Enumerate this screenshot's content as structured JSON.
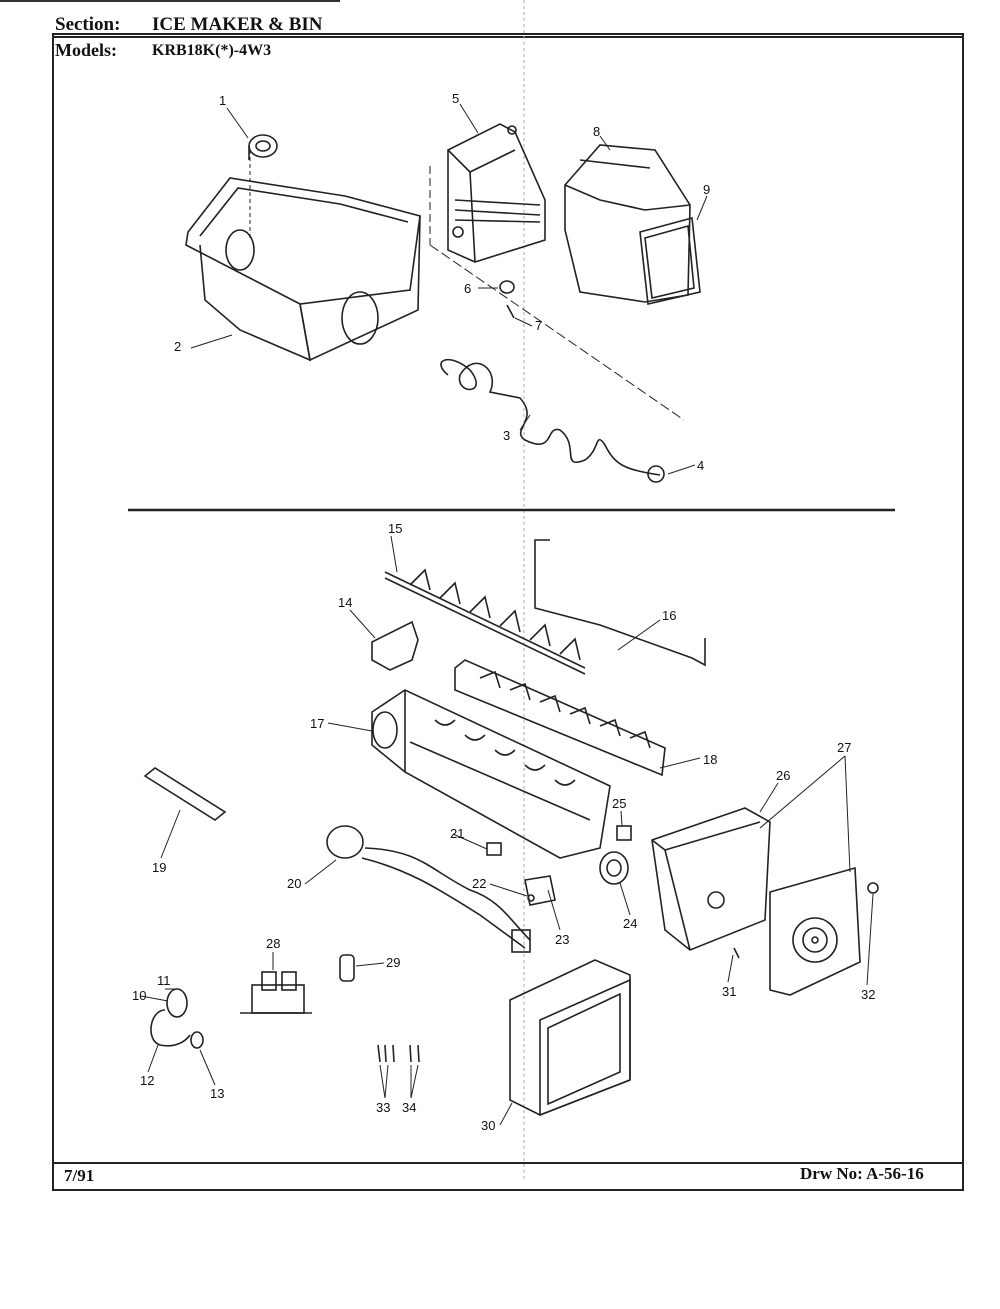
{
  "header": {
    "section_label": "Section:",
    "section_value": "ICE MAKER & BIN",
    "models_label": "Models:",
    "models_value": "KRB18K(*)-4W3"
  },
  "footer": {
    "date": "7/91",
    "drawing_number": "Drw No: A-56-16"
  },
  "callouts": [
    "1",
    "2",
    "3",
    "4",
    "5",
    "6",
    "7",
    "8",
    "9",
    "10",
    "11",
    "12",
    "13",
    "14",
    "15",
    "16",
    "17",
    "18",
    "19",
    "20",
    "21",
    "22",
    "23",
    "24",
    "25",
    "26",
    "27",
    "28",
    "29",
    "30",
    "31",
    "32",
    "33",
    "34"
  ]
}
